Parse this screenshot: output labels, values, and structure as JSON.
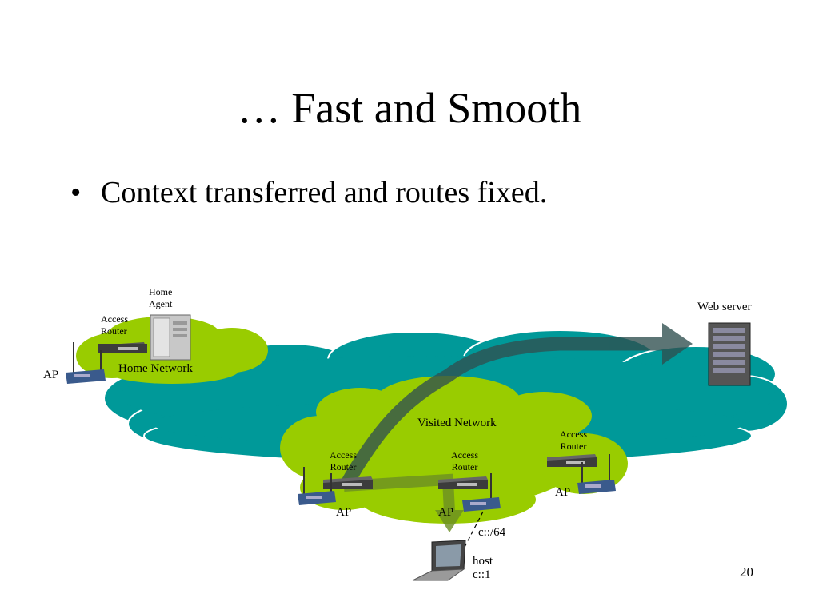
{
  "slide": {
    "title": "… Fast and Smooth",
    "bullet": "Context transferred and routes fixed.",
    "bullet_marker": "•",
    "page_number": "20"
  },
  "diagram": {
    "home_agent": [
      "Home",
      "Agent"
    ],
    "home_router": [
      "Access",
      "Router"
    ],
    "home_ap": "AP",
    "home_network": "Home Network",
    "web_server": "Web server",
    "visited_network": "Visited Network",
    "router_left": [
      "Access",
      "Router"
    ],
    "router_mid": [
      "Access",
      "Router"
    ],
    "router_right": [
      "Access",
      "Router"
    ],
    "ap_left": "AP",
    "ap_mid": "AP",
    "ap_right": "AP",
    "prefix": "c::/64",
    "host": [
      "host",
      "c::1"
    ]
  },
  "colors": {
    "internet_cloud": "#009999",
    "network_cloud": "#99cc00",
    "route_arrow": "#2f4f4f",
    "handoff_arrow": "#6b8e23"
  }
}
